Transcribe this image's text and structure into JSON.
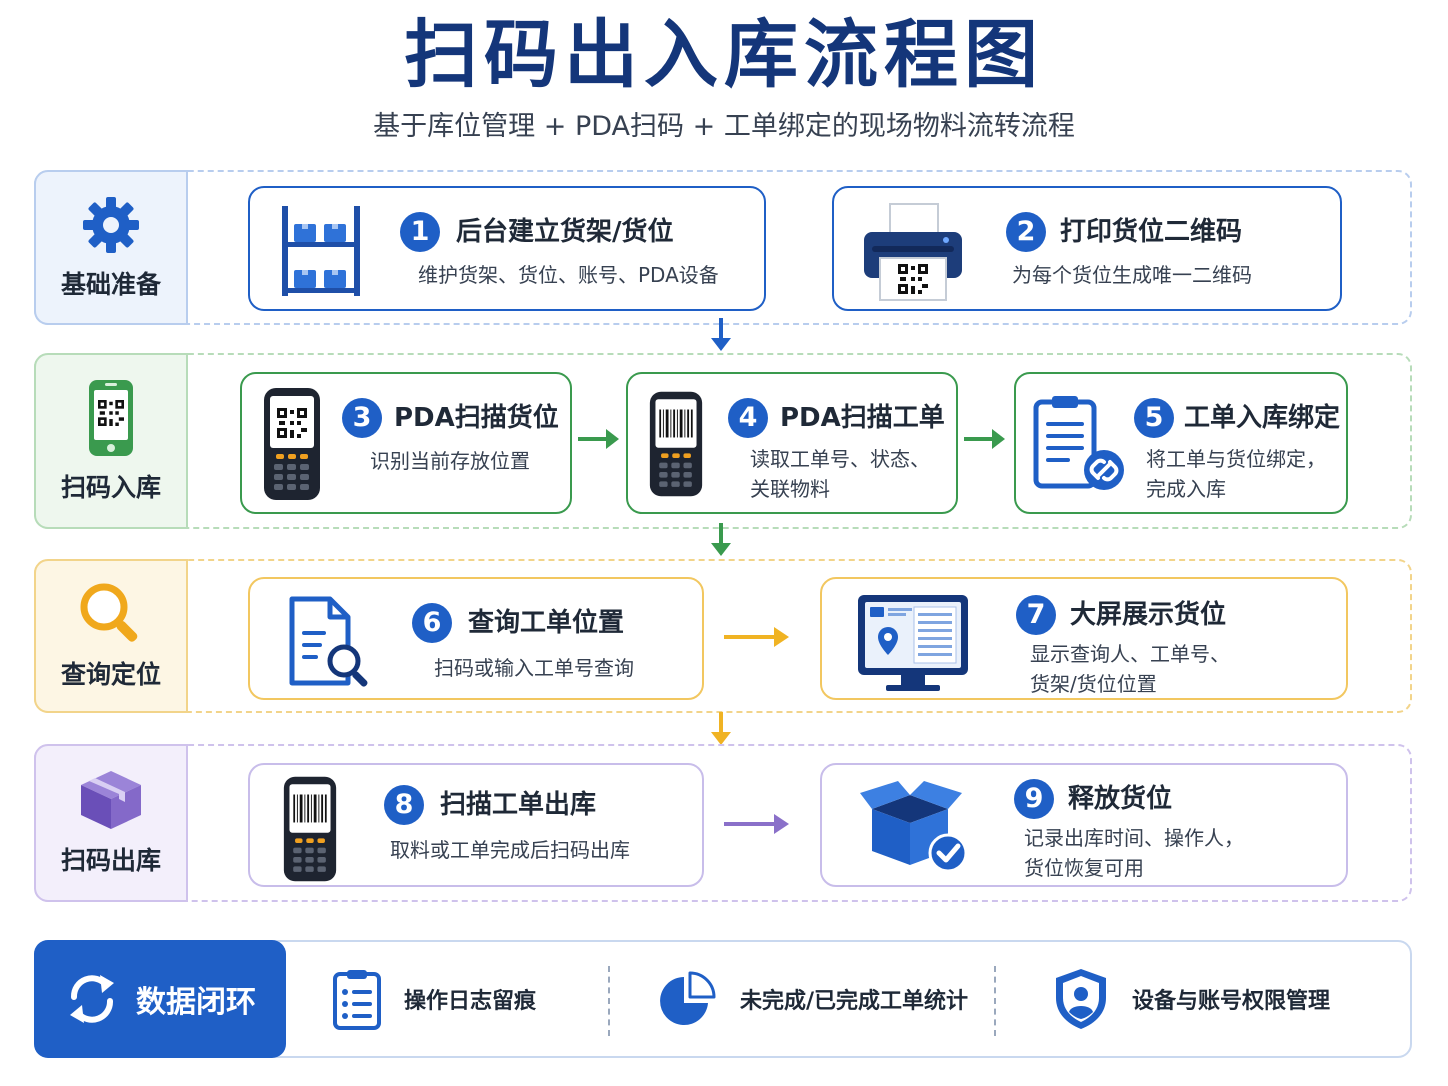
{
  "title": "扫码出入库流程图",
  "subtitle": "基于库位管理 + PDA扫码 + 工单绑定的现场物料流转流程",
  "colors": {
    "blue": "#1f5fc6",
    "green": "#3a9a4e",
    "yellow": "#f0b323",
    "purple": "#8a70c9",
    "navy": "#14367a"
  },
  "sections": [
    {
      "label": "基础准备",
      "icon": "gear-icon"
    },
    {
      "label": "扫码入库",
      "icon": "phone-qr-icon"
    },
    {
      "label": "查询定位",
      "icon": "magnifier-icon"
    },
    {
      "label": "扫码出库",
      "icon": "box-icon"
    }
  ],
  "steps": [
    {
      "num": "1",
      "title": "后台建立货架/货位",
      "desc": "维护货架、货位、账号、PDA设备",
      "icon": "shelf-icon"
    },
    {
      "num": "2",
      "title": "打印货位二维码",
      "desc": "为每个货位生成唯一二维码",
      "icon": "printer-icon"
    },
    {
      "num": "3",
      "title": "PDA扫描货位",
      "desc": "识别当前存放位置",
      "icon": "pda-qr-icon"
    },
    {
      "num": "4",
      "title": "PDA扫描工单",
      "desc_lines": [
        "读取工单号、状态、",
        "关联物料"
      ],
      "icon": "pda-barcode-icon"
    },
    {
      "num": "5",
      "title": "工单入库绑定",
      "desc_lines": [
        "将工单与货位绑定，",
        "完成入库"
      ],
      "icon": "clipboard-link-icon"
    },
    {
      "num": "6",
      "title": "查询工单位置",
      "desc": "扫码或输入工单号查询",
      "icon": "document-search-icon"
    },
    {
      "num": "7",
      "title": "大屏展示货位",
      "desc_lines": [
        "显示查询人、工单号、",
        "货架/货位位置"
      ],
      "icon": "monitor-icon"
    },
    {
      "num": "8",
      "title": "扫描工单出库",
      "desc": "取料或工单完成后扫码出库",
      "icon": "pda-barcode-icon"
    },
    {
      "num": "9",
      "title": "释放货位",
      "desc_lines": [
        "记录出库时间、操作人，",
        "货位恢复可用"
      ],
      "icon": "box-check-icon"
    }
  ],
  "footer": {
    "main_label": "数据闭环",
    "items": [
      {
        "label": "操作日志留痕",
        "icon": "log-clipboard-icon"
      },
      {
        "label": "未完成/已完成工单统计",
        "icon": "pie-chart-icon"
      },
      {
        "label": "设备与账号权限管理",
        "icon": "shield-user-icon"
      }
    ]
  }
}
